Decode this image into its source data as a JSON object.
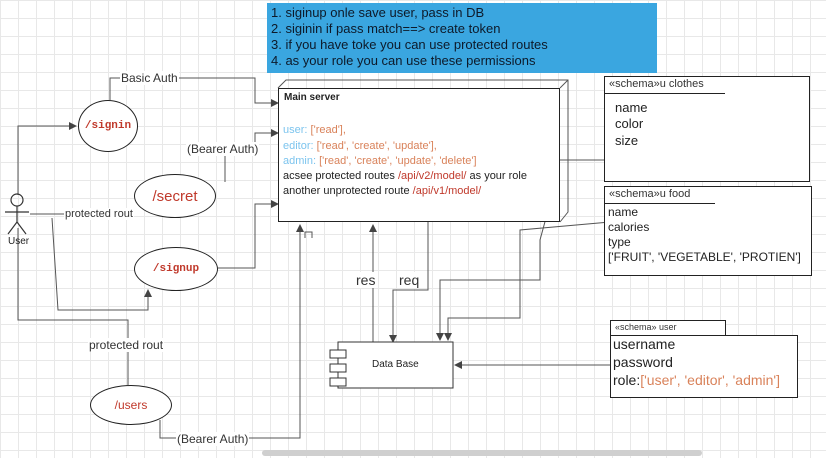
{
  "note": {
    "lines": [
      "1. siginup onle save user, pass in DB",
      "2.  siginin if pass match==> create token",
      "3. if you have toke you can use protected routes",
      "4. as your role you can use these permissions"
    ]
  },
  "server": {
    "title": "Main server",
    "user_role": "user:",
    "user_perms": "['read'],",
    "editor_role": "editor:",
    "editor_perms": "['read', 'create', 'update'],",
    "admin_role": "admin:",
    "admin_perms": "['read', 'create', 'update', 'delete']",
    "protected_prefix": "acsee protected routes",
    "protected_route": "/api/v2/model/",
    "protected_suffix": "as your role",
    "unprotected_prefix": "another  unprotected route",
    "unprotected_route": "/api/v1/model/"
  },
  "actor": {
    "label": "User"
  },
  "use_cases": {
    "signin": "/signin",
    "secret": "/secret",
    "signup": "/signup",
    "users": "/users"
  },
  "edge_labels": {
    "basic_auth": "Basic Auth",
    "bearer_auth_1": "(Bearer Auth)",
    "protected_rout_1": "protected rout",
    "protected_rout_2": "protected rout",
    "bearer_auth_2": "(Bearer Auth)",
    "res": "res",
    "req": "req"
  },
  "database": {
    "label": "Data Base"
  },
  "schemas": {
    "clothes": {
      "title": "«schema»u clothes",
      "fields": [
        "name",
        "color",
        "size"
      ]
    },
    "food": {
      "title": "«schema»u food",
      "fields": [
        "name",
        "calories",
        "type",
        "['FRUIT', 'VEGETABLE', 'PROTIEN']"
      ]
    },
    "user": {
      "title": "«schema» user",
      "fields": [
        "username",
        "password"
      ],
      "role_label": "role:",
      "role_values": "['user', 'editor', 'admin']"
    }
  },
  "colors": {
    "note_bg": "#3aa6e0",
    "route_red": "#c0392b",
    "role_blue": "#7cc4ee",
    "perm_orange": "#d9825a"
  }
}
